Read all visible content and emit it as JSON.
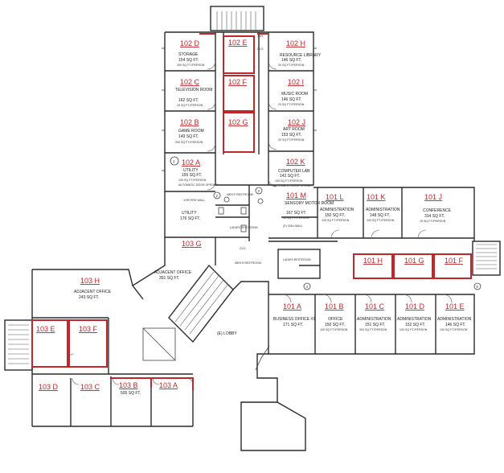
{
  "rooms": {
    "r102d": {
      "id": "102 D",
      "name": "STORAGE",
      "area": "154 SQ FT.",
      "occ": "300 SQ FT./PERSON"
    },
    "r102e": {
      "id": "102 E"
    },
    "r102h": {
      "id": "102 H",
      "name": "RESOURCE LIBRARY",
      "area": "146 SQ FT.",
      "occ": "20 SQ FT./PERSON"
    },
    "r102c": {
      "id": "102 C",
      "name": "TELEVISION ROOM",
      "area": "162 SQ FT.",
      "occ": "20 SQ FT./PERSON"
    },
    "r102f": {
      "id": "102 F"
    },
    "r102i": {
      "id": "102 I",
      "name": "MUSIC ROOM",
      "area": "146 SQ FT.",
      "occ": "20 SQ FT./PERSON"
    },
    "r102b": {
      "id": "102 B",
      "name": "GAME ROOM",
      "area": "149 SQ FT.",
      "occ": "200 SQ FT./PERSON"
    },
    "r102g": {
      "id": "102 G"
    },
    "r102j": {
      "id": "102 J",
      "name": "ART ROOM",
      "area": "153 SQ FT.",
      "occ": "20 SQ FT./PERSON"
    },
    "r102a": {
      "id": "102 A",
      "name": "UTILITY",
      "area": "155 SQ FT.",
      "occ": "100 SQ FT./PERSON",
      "extra": "AUTOMATIC DOOR OPENER"
    },
    "r102k": {
      "id": "102 K",
      "name": "COMPUTER LAB",
      "area": "142 SQ FT.",
      "occ": "100 SQ FT./PERSON",
      "extra": "AUTOMATIC DOOR OPENER"
    },
    "utility2": {
      "name": "UTILITY",
      "area": "176 SQ FT.",
      "wall": "1HR FIRE WALL"
    },
    "r101m": {
      "id": "101 M",
      "name": "SENSORY MOTOR ROOM",
      "area": "167 SQ FT.",
      "occ": "15 SQ FT./PERSON"
    },
    "r101l": {
      "id": "101 L",
      "name": "ADMINISTRATION",
      "area": "150 SQ FT.",
      "occ": "100 SQ FT./PERSON"
    },
    "r101k": {
      "id": "101 K",
      "name": "ADMINISTRATION",
      "area": "148 SQ FT.",
      "occ": "100 SQ FT./PERSON"
    },
    "r101j": {
      "id": "101 J",
      "name": "CONFERENCE",
      "area": "314 SQ FT.",
      "occ": "15 SQ FT./PERSON"
    },
    "r101h": {
      "id": "101 H"
    },
    "r101g": {
      "id": "101 G"
    },
    "r101f": {
      "id": "101 F"
    },
    "r101a": {
      "id": "101 A",
      "name": "BUSINESS OFFICE #3",
      "area": "171 SQ FT."
    },
    "r101b": {
      "id": "101 B",
      "name": "OFFICE",
      "area": "150 SQ FT.",
      "occ": "100 SQ FT./PERSON"
    },
    "r101c": {
      "id": "101 C",
      "name": "ADMINISTRATION",
      "area": "151 SQ FT.",
      "occ": "300 SQ FT./PERSON"
    },
    "r101d": {
      "id": "101 D",
      "name": "ADMINISTRATION",
      "area": "152 SQ FT.",
      "occ": "100 SQ FT./PERSON"
    },
    "r101e": {
      "id": "101 E",
      "name": "ADMINISTRATION",
      "area": "146 SQ FT.",
      "occ": "100 SQ FT./PERSON"
    },
    "r103g": {
      "id": "103 G",
      "name": "ADJACENT OFFICE",
      "area": "391 SQ FT."
    },
    "r103h": {
      "id": "103 H",
      "name": "ADJACENT OFFICE",
      "area": "243 SQ FT."
    },
    "r103e": {
      "id": "103 E"
    },
    "r103f": {
      "id": "103 F"
    },
    "r103d": {
      "id": "103 D"
    },
    "r103c": {
      "id": "103 C"
    },
    "r103b": {
      "id": "103 B",
      "area": "505 SQ FT."
    },
    "r103a": {
      "id": "103 A"
    }
  },
  "labels": {
    "lobby": "(E) LOBBY",
    "mens1": "MEN'S RESTROOM",
    "ladies1": "LADIES RESTROOM",
    "mens2": "MEN'S RESTROOM",
    "ladies2": "LADIES RESTROOM",
    "cmu": "(E) CMU WALL",
    "janitor": "JAN.",
    "clo": "CLO.",
    "clo2": "CLO."
  },
  "markers": [
    "1",
    "2",
    "3",
    "4",
    "5"
  ]
}
